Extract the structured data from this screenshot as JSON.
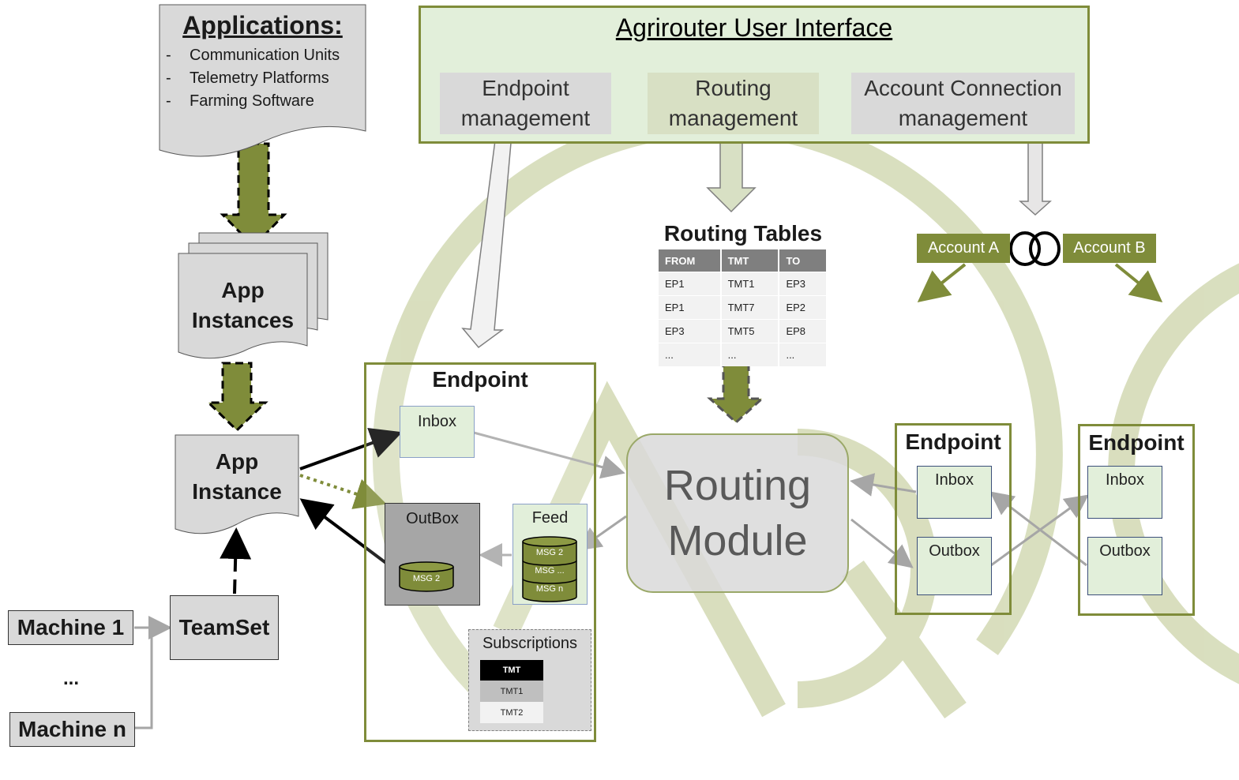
{
  "ui": {
    "title": "Agrirouter User Interface",
    "endpoint_mgmt": "Endpoint management",
    "routing_mgmt": "Routing management",
    "account_mgmt": "Account Connection management"
  },
  "applications": {
    "title": "Applications:",
    "items": [
      "Communication Units",
      "Telemetry Platforms",
      "Farming Software"
    ],
    "bullet": "-"
  },
  "app_instances": "App Instances",
  "app_instance": "App Instance",
  "teamset": "TeamSet",
  "machines": {
    "first": "Machine 1",
    "ellipsis": "...",
    "last": "Machine n"
  },
  "routing_tables": {
    "title": "Routing Tables",
    "headers": [
      "FROM",
      "TMT",
      "TO"
    ],
    "rows": [
      [
        "EP1",
        "TMT1",
        "EP3"
      ],
      [
        "EP1",
        "TMT7",
        "EP2"
      ],
      [
        "EP3",
        "TMT5",
        "EP8"
      ],
      [
        "...",
        "...",
        "..."
      ]
    ]
  },
  "accounts": {
    "a": "Account A",
    "b": "Account B"
  },
  "endpoint_main": {
    "title": "Endpoint",
    "inbox": "Inbox",
    "outbox": "OutBox",
    "outbox_msg": "MSG 2",
    "feed": "Feed",
    "feed_msgs": [
      "MSG 2",
      "MSG ...",
      "MSG n"
    ],
    "subscriptions": {
      "title": "Subscriptions",
      "header": "TMT",
      "rows": [
        "TMT1",
        "TMT2"
      ]
    }
  },
  "routing_module": "Routing Module",
  "endpoint_2": {
    "title": "Endpoint",
    "inbox": "Inbox",
    "outbox": "Outbox"
  },
  "endpoint_3": {
    "title": "Endpoint",
    "inbox": "Inbox",
    "outbox": "Outbox"
  },
  "colors": {
    "olive": "#7f8c3a",
    "light_green": "#e2efda",
    "watermark": "#d5dbb8",
    "grey_box": "#d9d9d9"
  }
}
